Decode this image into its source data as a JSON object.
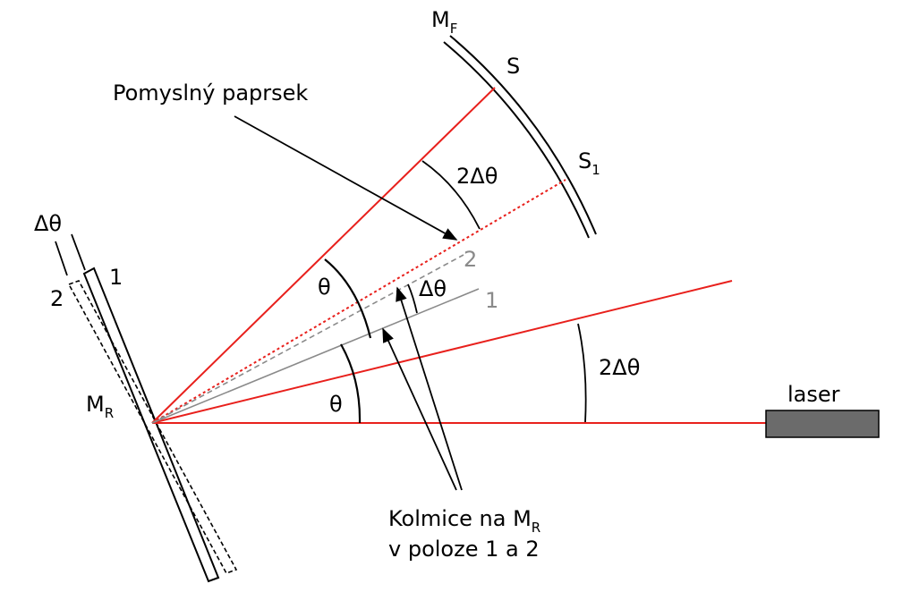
{
  "colors": {
    "ray": "#e8201c",
    "line": "#000000",
    "normal": "#8a8a8a",
    "laser": "#6b6b6b",
    "background": "#ffffff"
  },
  "labels": {
    "mirror_f_main": "M",
    "mirror_f_sub": "F",
    "s": "S",
    "s1_main": "S",
    "s1_sub": "1",
    "imaginary_ray": "Pomyslný paprsek",
    "two_delta_theta_upper": "2Δθ",
    "two_delta_theta_lower": "2Δθ",
    "delta_theta_top": "Δθ",
    "delta_theta_mid": "Δθ",
    "pos_1": "1",
    "pos_2": "2",
    "normal_1": "1",
    "normal_2": "2",
    "theta_upper": "θ",
    "theta_lower": "θ",
    "mirror_r_main": "M",
    "mirror_r_sub": "R",
    "laser": "laser",
    "normals_line1_main": "Kolmice na M",
    "normals_line1_sub": "R",
    "normals_line2": "v poloze 1 a 2"
  }
}
